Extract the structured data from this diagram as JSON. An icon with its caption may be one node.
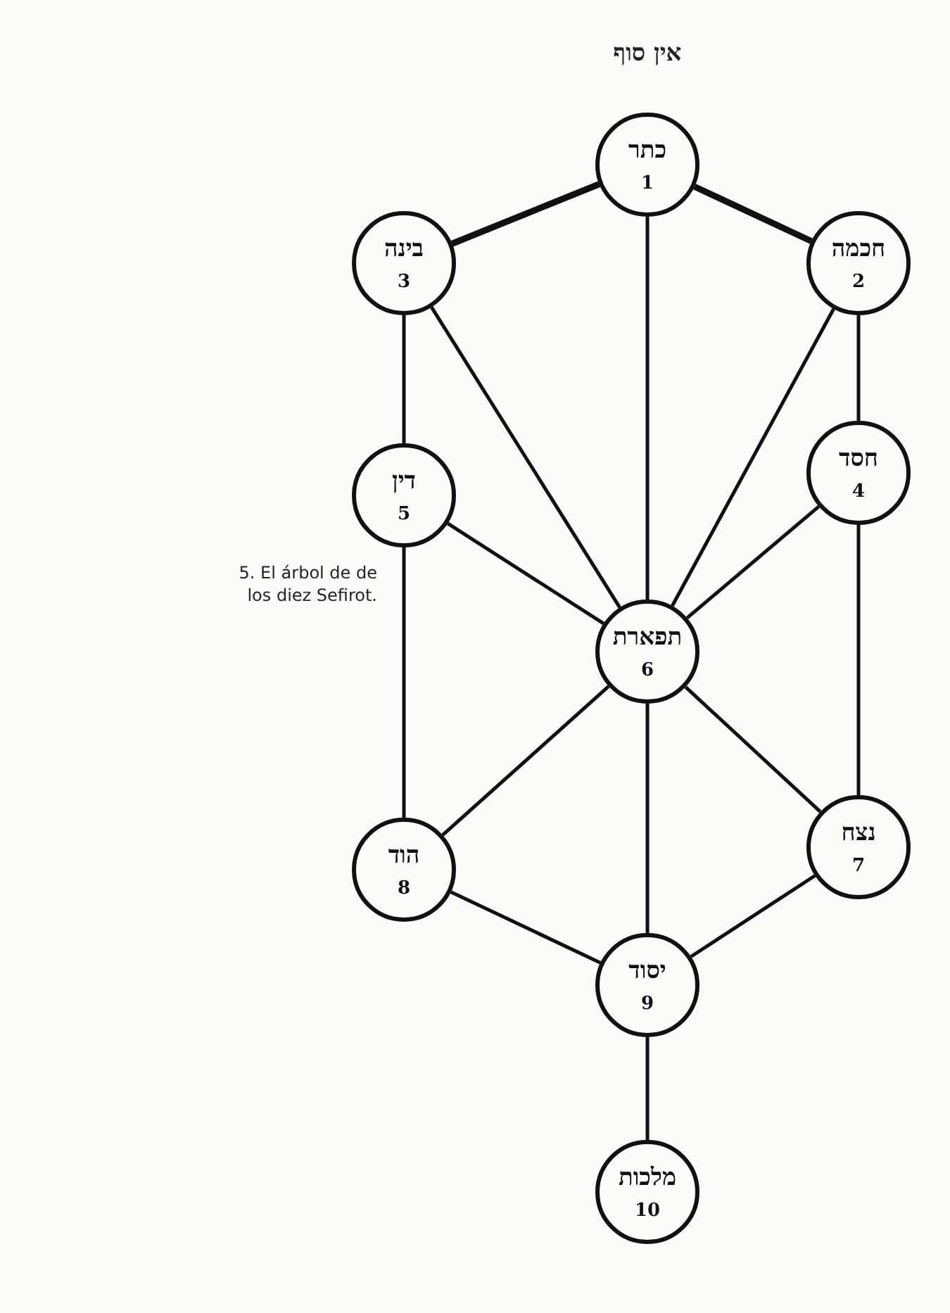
{
  "diagram": {
    "nodes": [
      {
        "text": [
          "כתר",
          "1"
        ]
      },
      {
        "text": [
          "בינה",
          "3"
        ]
      },
      {
        "text": [
          "חכמה",
          "2"
        ]
      },
      {
        "text": [
          "דין",
          "5"
        ]
      },
      {
        "text": [
          "חסד",
          "4"
        ]
      },
      {
        "text": [
          "תפארת",
          "6"
        ]
      },
      {
        "text": [
          "הוד",
          "8"
        ]
      },
      {
        "text": [
          "נצח",
          "7"
        ]
      },
      {
        "text": [
          "יסוד",
          "9"
        ]
      },
      {
        "text": [
          "מלכות",
          "10"
        ]
      }
    ],
    "edges": [
      {
        "from": 0,
        "to": 1,
        "arrow": "none",
        "style": "thick"
      },
      {
        "from": 0,
        "to": 2,
        "arrow": "none",
        "style": "thick"
      },
      {
        "from": 0,
        "to": 5,
        "arrow": "none"
      },
      {
        "from": 1,
        "to": 3,
        "arrow": "none"
      },
      {
        "from": 1,
        "to": 5,
        "arrow": "none"
      },
      {
        "from": 2,
        "to": 4,
        "arrow": "none"
      },
      {
        "from": 2,
        "to": 5,
        "arrow": "none"
      },
      {
        "from": 3,
        "to": 5,
        "arrow": "none"
      },
      {
        "from": 4,
        "to": 5,
        "arrow": "none"
      },
      {
        "from": 3,
        "to": 6,
        "arrow": "none"
      },
      {
        "from": 4,
        "to": 7,
        "arrow": "none"
      },
      {
        "from": 5,
        "to": 6,
        "arrow": "none"
      },
      {
        "from": 5,
        "to": 7,
        "arrow": "none"
      },
      {
        "from": 5,
        "to": 8,
        "arrow": "none"
      },
      {
        "from": 6,
        "to": 8,
        "arrow": "none"
      },
      {
        "from": 7,
        "to": 8,
        "arrow": "none"
      },
      {
        "from": 8,
        "to": 9,
        "arrow": "none"
      }
    ],
    "labels": [
      "אין סוף",
      "5. El árbol de de los diez Sefirot."
    ]
  }
}
